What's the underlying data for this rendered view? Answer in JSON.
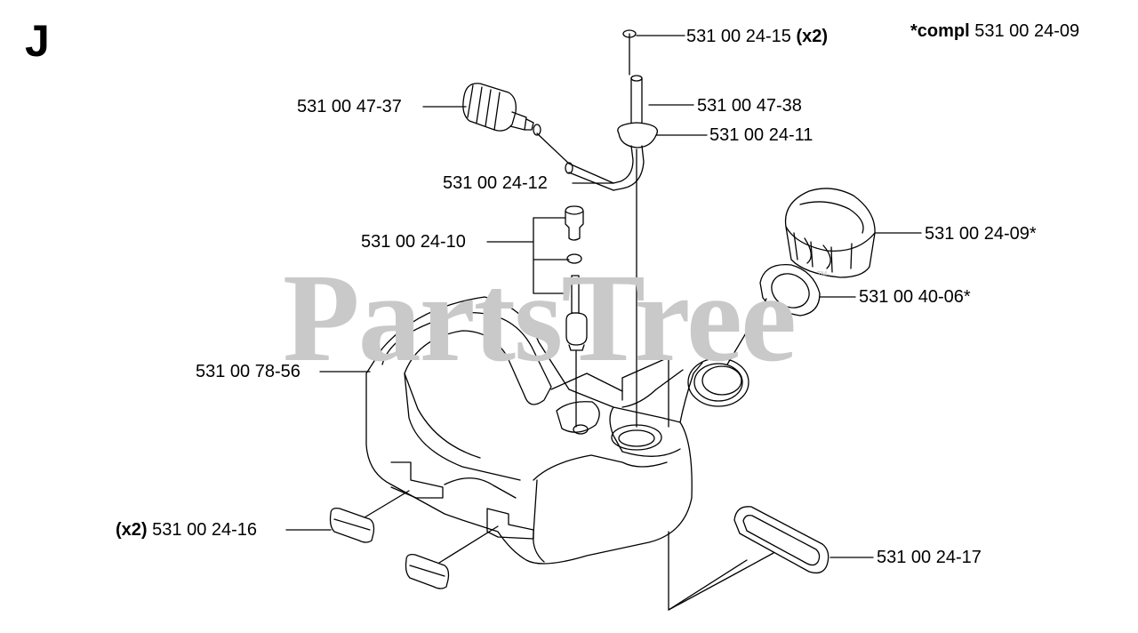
{
  "section_letter": "J",
  "watermark": "PartsTree",
  "watermark_mark": "™",
  "note": {
    "prefix": "*compl",
    "part": "531 00 24-09"
  },
  "labels": {
    "p_24_15": {
      "part": "531 00 24-15",
      "qty": "(x2)"
    },
    "p_47_37": "531 00 47-37",
    "p_47_38": "531 00 47-38",
    "p_24_11": "531 00 24-11",
    "p_24_12": "531 00 24-12",
    "p_24_10": "531 00 24-10",
    "p_24_09": "531 00 24-09*",
    "p_40_06": "531 00 40-06*",
    "p_78_56": "531 00 78-56",
    "p_24_16": {
      "qty": "(x2)",
      "part": "531 00 24-16"
    },
    "p_24_17": "531 00 24-17"
  },
  "colors": {
    "line": "#000000",
    "watermark": "#c9c9c9",
    "background": "#ffffff"
  }
}
